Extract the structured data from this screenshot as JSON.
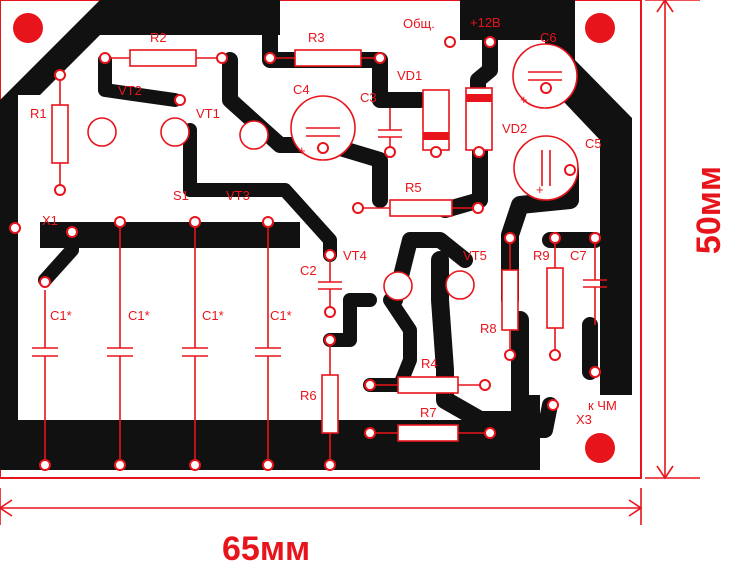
{
  "board": {
    "width_label": "65мм",
    "height_label": "50мм"
  },
  "labels": {
    "R1": "R1",
    "R2": "R2",
    "R3": "R3",
    "R4": "R4",
    "R5": "R5",
    "R6": "R6",
    "R7": "R7",
    "R8": "R8",
    "R9": "R9",
    "VT1": "VT1",
    "VT2": "VT2",
    "VT3": "VT3",
    "VT4": "VT4",
    "VT5": "VT5",
    "C1a": "C1*",
    "C1b": "C1*",
    "C1c": "C1*",
    "C1d": "C1*",
    "C2": "C2",
    "C3": "C3",
    "C4": "C4",
    "C5": "C5",
    "C6": "C6",
    "C7": "C7",
    "VD1": "VD1",
    "VD2": "VD2",
    "S1": "S1",
    "X1": "X1",
    "X3": "X3",
    "gnd": "Общ.",
    "vcc": "+12В",
    "fm": "к ЧМ",
    "plus": "+"
  },
  "colors": {
    "copper": "#111111",
    "overlay": "#e8141b",
    "background": "#ffffff"
  }
}
